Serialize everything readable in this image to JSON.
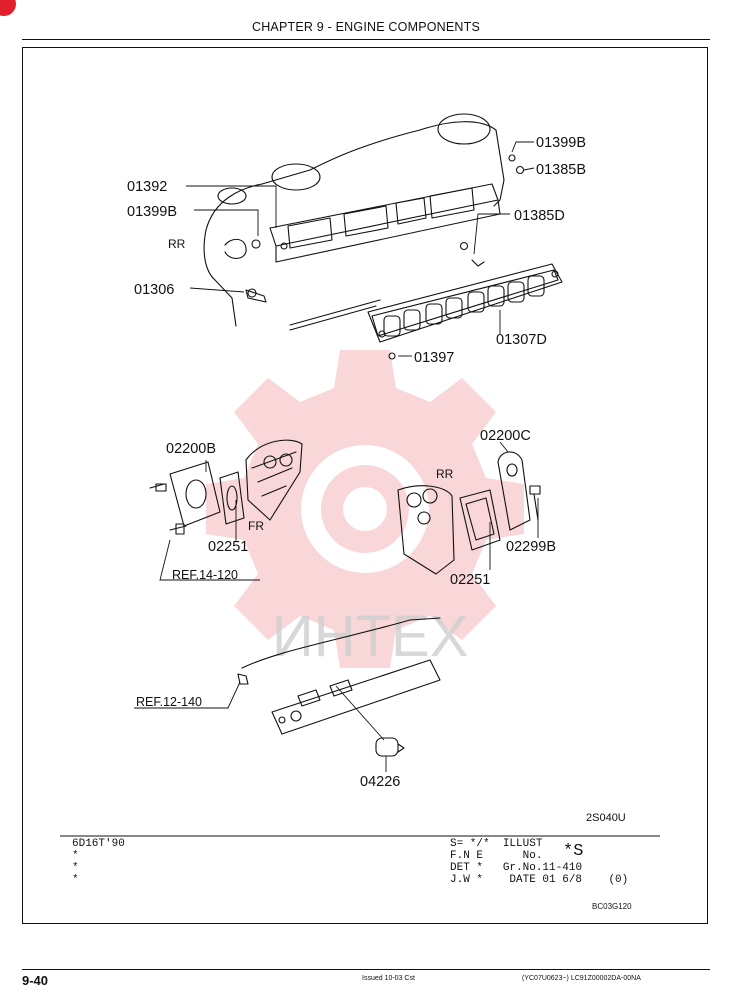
{
  "header": {
    "chapter_title": "CHAPTER 9 - ENGINE COMPONENTS"
  },
  "watermark": {
    "text": "ИНТЕХ",
    "color": "#e8474d"
  },
  "parts": {
    "p01399b": "01399B",
    "p01385b": "01385B",
    "p01392": "01392",
    "p01399b_left": "01399B",
    "p01385d": "01385D",
    "rr_top": "RR",
    "p01306": "01306",
    "p01307d": "01307D",
    "p01397": "01397",
    "p02200b": "02200B",
    "p02200c": "02200C",
    "rr_mid": "RR",
    "fr": "FR",
    "p02251_left": "02251",
    "p02251_right": "02251",
    "p02299b": "02299B",
    "ref_14_120": "REF.14-120",
    "ref_12_140": "REF.12-140",
    "p04226": "04226"
  },
  "illustration_code": "2S040U",
  "info_block": {
    "model": "6D16T'90",
    "stars": [
      "*",
      "*",
      "*"
    ],
    "s_line": "S= */*",
    "illust_label": "ILLUST",
    "no_label": "No.",
    "big_s": "*S",
    "fne": "F.N E",
    "det": "DET *",
    "gr_no": "Gr.No.11-410",
    "jw": "J.W *",
    "date": "DATE 01 6/8",
    "rev": "(0)",
    "code": "BC03G120"
  },
  "footer": {
    "page_number": "9-40",
    "issued": "Issued 10-03   Cst",
    "doc_code": "(YC07U0623~)   LC91Z00002DA-00NA"
  },
  "colors": {
    "ink": "#111111",
    "badge": "#e0202a"
  }
}
